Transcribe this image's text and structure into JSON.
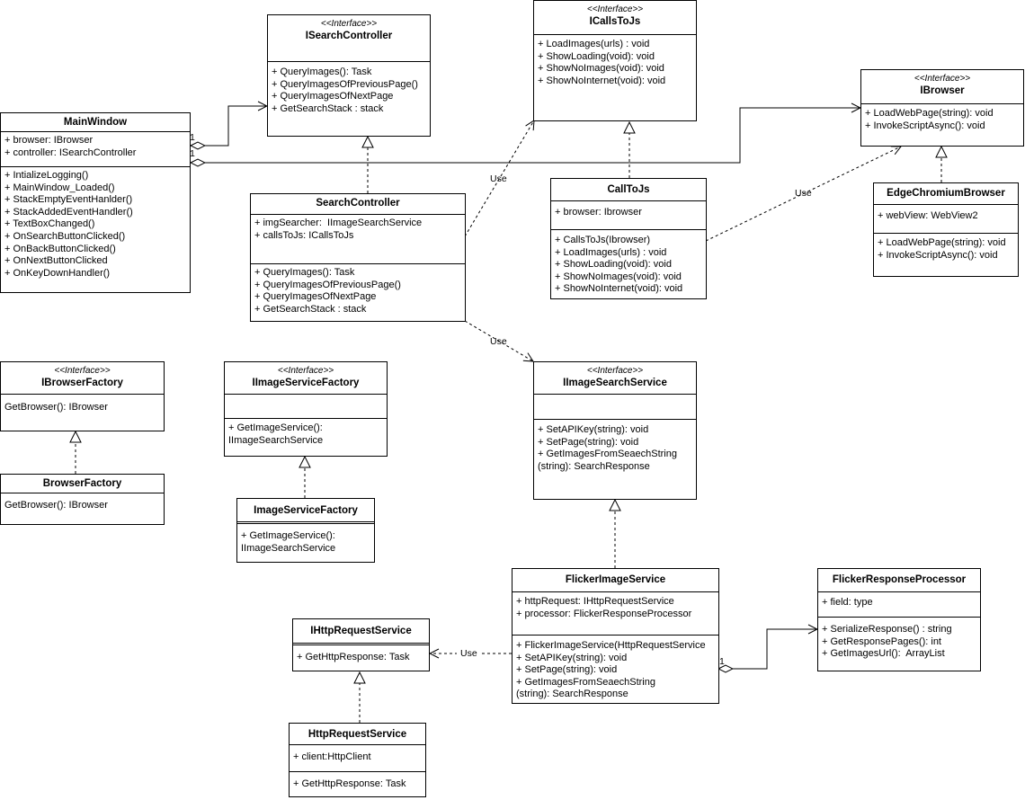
{
  "stereotype": "<<Interface>>",
  "classes": {
    "main_window": {
      "name": "MainWindow",
      "attributes": [
        "+ browser: IBrowser",
        "+ controller: ISearchController"
      ],
      "methods": [
        "+ IntializeLogging()",
        "+ MainWindow_Loaded()",
        "+ StackEmptyEventHanlder()",
        "+ StackAddedEventHandler()",
        "+ TextBoxChanged()",
        "+ OnSearchButtonClicked()",
        "+ OnBackButtonClicked()",
        "+ OnNextButtonClicked",
        "+ OnKeyDownHandler()"
      ]
    },
    "isearch_controller": {
      "name": "ISearchController",
      "methods": [
        "+ QueryImages(): Task",
        "+ QueryImagesOfPreviousPage()",
        "+ QueryImagesOfNextPage",
        "+ GetSearchStack : stack"
      ]
    },
    "icalls_to_js": {
      "name": "ICallsToJs",
      "methods": [
        "+ LoadImages(urls) : void",
        "+ ShowLoading(void): void",
        "+ ShowNoImages(void): void",
        "+ ShowNoInternet(void): void"
      ]
    },
    "ibrowser": {
      "name": "IBrowser",
      "methods": [
        "+ LoadWebPage(string): void",
        "+ InvokeScriptAsync(): void"
      ]
    },
    "search_controller": {
      "name": "SearchController",
      "attributes": [
        "+ imgSearcher:  IImageSearchService",
        "+ callsToJs: ICallsToJs"
      ],
      "methods": [
        "+ QueryImages(): Task",
        "+ QueryImagesOfPreviousPage()",
        "+ QueryImagesOfNextPage",
        "+ GetSearchStack : stack"
      ]
    },
    "call_to_js": {
      "name": "CallToJs",
      "attributes": [
        "+ browser: Ibrowser"
      ],
      "methods": [
        "+ CallsToJs(Ibrowser)",
        "+ LoadImages(urls) : void",
        "+ ShowLoading(void): void",
        "+ ShowNoImages(void): void",
        "+ ShowNoInternet(void): void"
      ]
    },
    "edge_chromium_browser": {
      "name": "EdgeChromiumBrowser",
      "attributes": [
        "+ webView: WebView2"
      ],
      "methods": [
        "+ LoadWebPage(string): void",
        "",
        "+ InvokeScriptAsync(): void"
      ]
    },
    "ibrowser_factory": {
      "name": "IBrowserFactory",
      "methods": [
        "GetBrowser(): IBrowser"
      ]
    },
    "browser_factory": {
      "name": "BrowserFactory",
      "methods": [
        "GetBrowser(): IBrowser"
      ]
    },
    "iimage_service_factory": {
      "name": "IImageServiceFactory",
      "methods": [
        "+ GetImageService():",
        "IImageSearchService"
      ]
    },
    "image_service_factory": {
      "name": "ImageServiceFactory",
      "methods": [
        "+ GetImageService():",
        "IImageSearchService"
      ]
    },
    "iimage_search_service": {
      "name": "IImageSearchService",
      "methods": [
        "+ SetAPIKey(string): void",
        "+ SetPage(string): void",
        "+ GetImagesFromSeaechString",
        "(string): SearchResponse"
      ]
    },
    "flicker_image_service": {
      "name": "FlickerImageService",
      "attributes": [
        "+ httpRequest: IHttpRequestService",
        "+ processor: FlickerResponseProcessor"
      ],
      "methods": [
        "+ FlickerImageService(HttpRequestService",
        "+ SetAPIKey(string): void",
        "+ SetPage(string): void",
        "+ GetImagesFromSeaechString",
        "(string): SearchResponse"
      ]
    },
    "flicker_response_processor": {
      "name": "FlickerResponseProcessor",
      "attributes": [
        "+ field: type"
      ],
      "methods": [
        "+ SerializeResponse() : string",
        "+ GetResponsePages(): int",
        "+ GetImagesUrl():  ArrayList"
      ]
    },
    "ihttp_request_service": {
      "name": "IHttpRequestService",
      "methods": [
        "+ GetHttpResponse: Task"
      ]
    },
    "http_request_service": {
      "name": "HttpRequestService",
      "attributes": [
        "+ client:HttpClient"
      ],
      "methods": [
        "+ GetHttpResponse: Task"
      ]
    }
  },
  "edge_labels": {
    "use": "Use",
    "multiplicity_one": "1"
  }
}
